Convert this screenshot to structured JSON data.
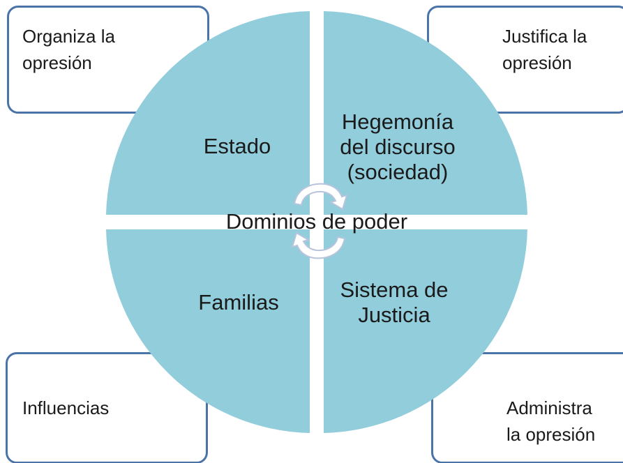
{
  "corner_boxes": {
    "top_left": {
      "lines": [
        "Organiza la",
        "opresión"
      ]
    },
    "top_right": {
      "lines": [
        "Justifica la",
        "opresión"
      ]
    },
    "bottom_left": {
      "lines": [
        "Influencias"
      ]
    },
    "bottom_right": {
      "lines": [
        "Administra",
        "la opresión"
      ]
    }
  },
  "quadrants": {
    "top_left": {
      "lines": [
        "Estado"
      ]
    },
    "top_right": {
      "lines": [
        "Hegemonía",
        "del discurso",
        "(sociedad)"
      ]
    },
    "bottom_left": {
      "lines": [
        "Familias"
      ]
    },
    "bottom_right": {
      "lines": [
        "Sistema de",
        "Justicia"
      ]
    }
  },
  "center": {
    "label": "Dominios de poder",
    "icon": "circular-arrows-icon"
  },
  "colors": {
    "quadrant_fill": "#92cddc",
    "box_border": "#4a73a8",
    "box_fill": "#ffffff",
    "arrow_fill": "#ffffff",
    "arrow_stroke": "#b8c4dc"
  }
}
